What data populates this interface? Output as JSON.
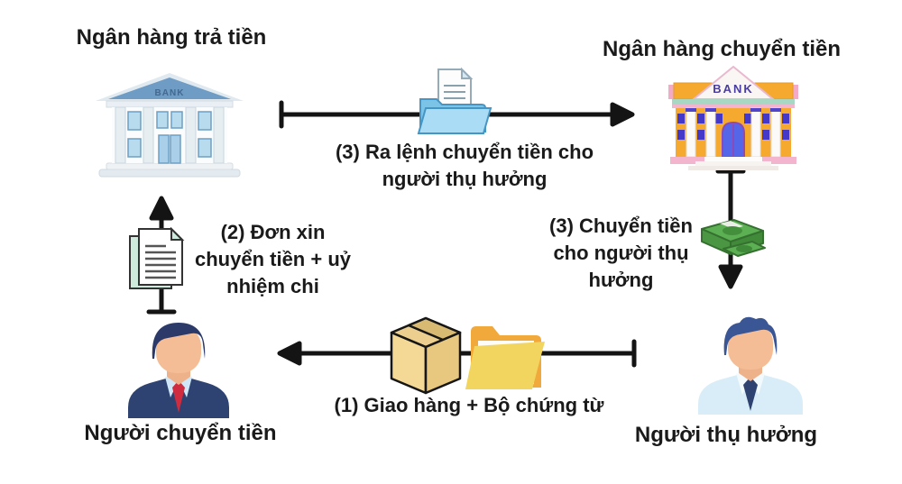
{
  "diagram": {
    "bank_sign": "BANK",
    "nodes": {
      "paying_bank": "Ngân hàng trả tiền",
      "transferring_bank": "Ngân hàng chuyển tiền",
      "sender": "Người chuyển tiền",
      "beneficiary": "Người thụ hưởng"
    },
    "arrows": {
      "top": "(3) Ra lệnh chuyển tiền cho\nngười thụ hưởng",
      "left": "(2) Đơn xin\nchuyển tiền + uỷ\nnhiệm chi",
      "right": "(3) Chuyển tiền\ncho người thụ\nhưởng",
      "bottom": "(1) Giao hàng + Bộ chứng từ"
    },
    "colors": {
      "arrow": "#141414",
      "text": "#1a1a1a",
      "left_bank_roof": "#6f9cc4",
      "right_bank_body": "#f6a92f",
      "money_green": "#5cb053",
      "box_tan": "#f3d896",
      "folder_yellow": "#f2d55e",
      "folder_blue": "#7cc3e8"
    }
  }
}
